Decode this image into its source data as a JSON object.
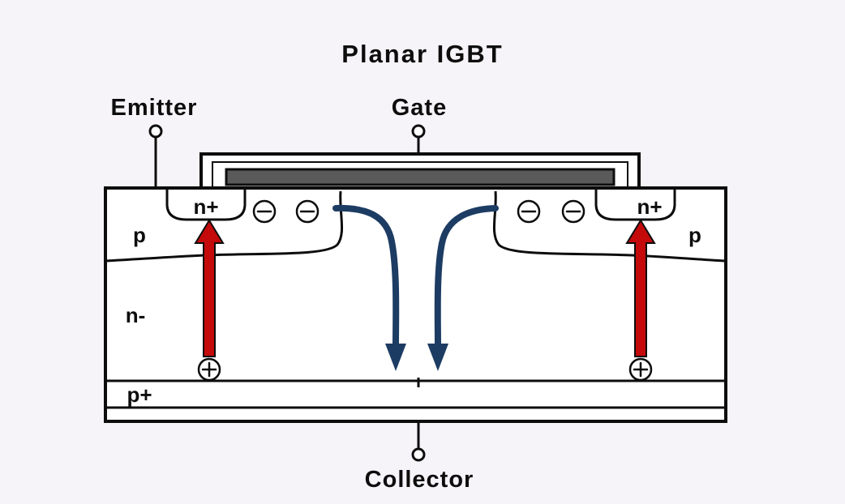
{
  "diagram": {
    "title": "Planar IGBT",
    "terminals": {
      "emitter": "Emitter",
      "gate": "Gate",
      "collector": "Collector"
    },
    "regions": {
      "n_plus_left": "n+",
      "n_plus_right": "n+",
      "p_left": "p",
      "p_right": "p",
      "n_minus": "n-",
      "p_plus": "p+"
    },
    "symbols": {
      "hole_symbol": "plus-in-circle",
      "electron_symbol": "minus-in-circle"
    },
    "colors": {
      "hole_current": "#c40a0a",
      "electron_current": "#1d3c63",
      "gate_fill": "#5a5a5a",
      "background": "#f6f4f9",
      "line": "#0d0d0d"
    }
  }
}
